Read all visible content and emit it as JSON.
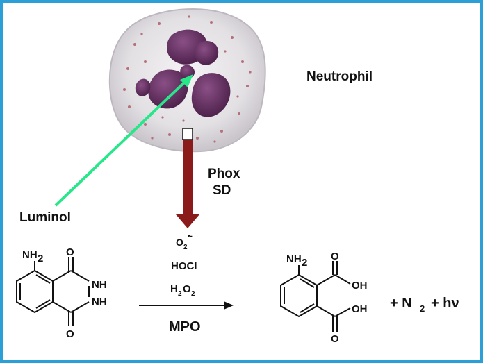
{
  "labels": {
    "neutrophil": "Neutrophil",
    "luminol": "Luminol",
    "phox_line1": "Phox",
    "phox_line2": "SD",
    "superoxide": "O",
    "superoxide_sub": "2",
    "superoxide_sup": "•-",
    "hocl": "HOCl",
    "h2o2_h": "H",
    "h2o2_sub1": "2",
    "h2o2_o": "O",
    "h2o2_sub2": "2",
    "mpo": "MPO",
    "products_plus1": "+ N",
    "products_n2_sub": "2",
    "products_plus2": "+ hν"
  },
  "luminol_structure": {
    "nh2": "NH",
    "nh2_sub": "2",
    "o_top": "O",
    "o_bottom": "O",
    "nh_upper": "NH",
    "nh_lower": "NH"
  },
  "product_structure": {
    "nh2": "NH",
    "nh2_sub": "2",
    "o_top": "O",
    "oh_upper": "OH",
    "oh_lower": "OH",
    "o_bottom": "O"
  },
  "colors": {
    "border": "#2b9fd6",
    "luminol_arrow": "#28e68a",
    "phox_arrow": "#8b1a1a",
    "cell_nucleus": "#5b2a58",
    "cell_membrane": "#d9d6da"
  }
}
